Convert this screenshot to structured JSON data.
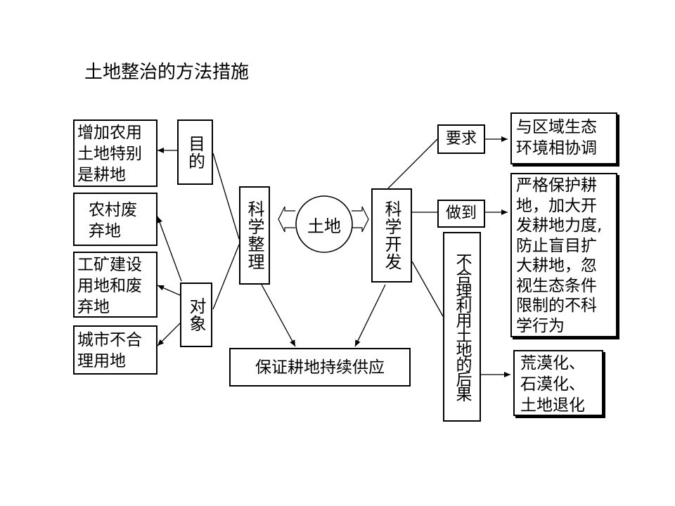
{
  "title": "土地整治的方法措施",
  "center": "土地",
  "left": {
    "sci_arrange": "科学整理",
    "purpose": "目的",
    "objects": "对象",
    "purpose_target": [
      "增加农用",
      "土地特别",
      "是耕地"
    ],
    "obj_rural": [
      "农村废",
      "弃地"
    ],
    "obj_mining": [
      "工矿建设",
      "用地和废",
      "弃地"
    ],
    "obj_urban": [
      "城市不合",
      "理用地"
    ]
  },
  "bottom": "保证耕地持续供应",
  "right": {
    "sci_develop": "科学开发",
    "requirement": "要求",
    "requirement_target": [
      "与区域生态",
      "环境相协调"
    ],
    "achieve": "做到",
    "achieve_target": [
      "严格保护耕",
      "地，加大开",
      "发耕地力度,",
      "防止盲目扩",
      "大耕地，忽",
      "视生态条件",
      "限制的不科",
      "学行为"
    ],
    "misuse": "不合理利用土地的后果",
    "misuse_target": [
      "荒漠化、",
      "石漠化、",
      "土地退化"
    ]
  },
  "colors": {
    "line": "#000000",
    "background": "#ffffff"
  }
}
